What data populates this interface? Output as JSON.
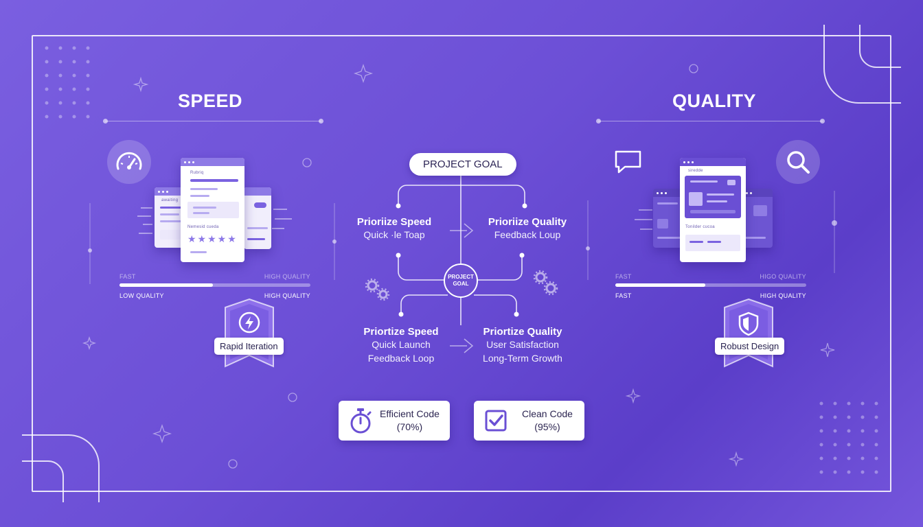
{
  "speed": {
    "title": "SPEED",
    "card_small_text": "awaiting",
    "card_header": "Rubriq",
    "card_caption": "Nemesid cueda",
    "slider": {
      "top_left": "FAST",
      "top_right": "HIGH QUALITY",
      "bottom_left": "LOW QUALITY",
      "bottom_right": "HIGH QUALITY",
      "value": 0.49
    },
    "badge": "Rapid Iteration"
  },
  "quality": {
    "title": "QUALITY",
    "card_header": "siredde",
    "card_caption": "Tonilder cucoa",
    "slider": {
      "top_left": "FAST",
      "top_right": "HIGO QUALITY",
      "bottom_left": "FAST",
      "bottom_right": "HIGH QUALITY",
      "value": 0.47
    },
    "badge": "Robust Design"
  },
  "center": {
    "goal_label": "PROJECT GOAL",
    "hub_label": "PROJECT GOAL",
    "nodes": {
      "top_left": {
        "title": "Prioriize Speed",
        "sub": [
          "Quick ·le Toap"
        ]
      },
      "top_right": {
        "title": "Prioriize Quality",
        "sub": [
          "Feedback Loup"
        ]
      },
      "bottom_left": {
        "title": "Priortize Speed",
        "sub": [
          "Quick Launch",
          "Feedback Loop"
        ]
      },
      "bottom_right": {
        "title": "Priortize Quality",
        "sub": [
          "User Satisfaction",
          "Long-Term Growth"
        ]
      }
    }
  },
  "metrics": [
    {
      "label": "Efficient Code",
      "value": "(70%)",
      "icon": "stopwatch-icon"
    },
    {
      "label": "Clean Code",
      "value": "(95%)",
      "icon": "checkbox-icon"
    }
  ],
  "colors": {
    "accent": "#6a4fd4",
    "background": "#6c4fd6"
  }
}
